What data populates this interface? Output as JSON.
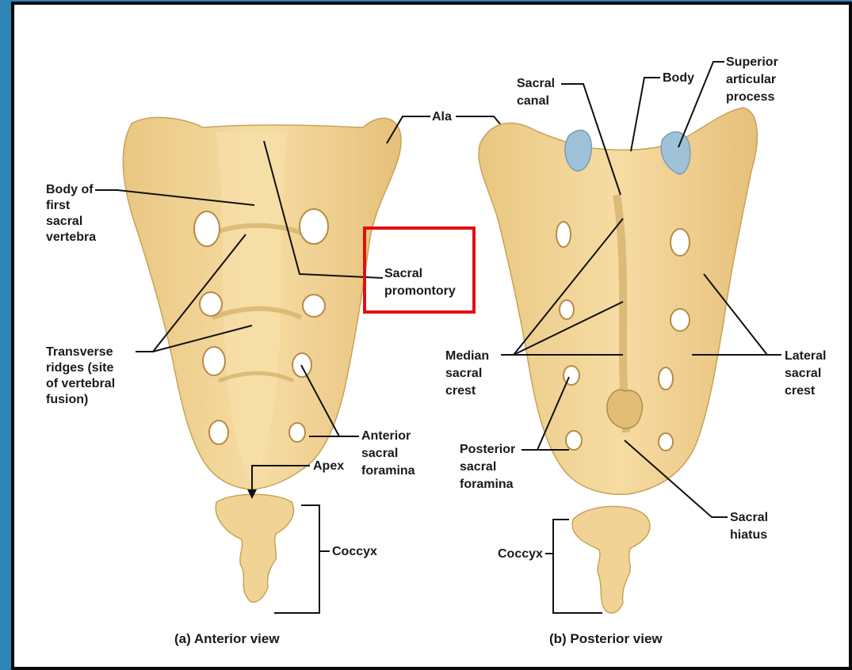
{
  "colors": {
    "bone": "#f1d495",
    "bone_shadow": "#d2ad62",
    "highlight_box": "#e01010",
    "cartilage": "#9fc2d8"
  },
  "anterior": {
    "caption": "(a) Anterior view",
    "labels": {
      "body_of_first_sacral_vertebra": [
        "Body of",
        "first",
        "sacral",
        "vertebra"
      ],
      "transverse_ridges": [
        "Transverse",
        "ridges (site",
        "of vertebral",
        "fusion)"
      ],
      "ala": "Ala",
      "sacral_promontory": [
        "Sacral",
        "promontory"
      ],
      "anterior_sacral_foramina": [
        "Anterior",
        "sacral",
        "foramina"
      ],
      "apex": "Apex",
      "coccyx": "Coccyx"
    }
  },
  "posterior": {
    "caption": "(b) Posterior view",
    "labels": {
      "sacral_canal": [
        "Sacral",
        "canal"
      ],
      "body": "Body",
      "superior_articular_process": [
        "Superior",
        "articular",
        "process"
      ],
      "median_sacral_crest": [
        "Median",
        "sacral",
        "crest"
      ],
      "lateral_sacral_crest": [
        "Lateral",
        "sacral",
        "crest"
      ],
      "posterior_sacral_foramina": [
        "Posterior",
        "sacral",
        "foramina"
      ],
      "sacral_hiatus": [
        "Sacral",
        "hiatus"
      ],
      "coccyx": "Coccyx"
    }
  }
}
